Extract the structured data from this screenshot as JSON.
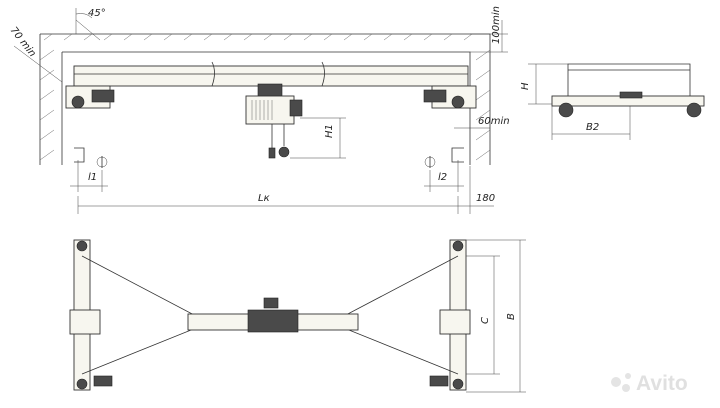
{
  "dimensions": {
    "angle": "45°",
    "wall_clearance_top": "100min",
    "wall_clearance_left": "70 min",
    "side_clearance": "60min",
    "span": "Lк",
    "end_offset": "180",
    "approach_left": "l1",
    "approach_right": "l2",
    "hook_height": "H1",
    "crane_height": "H",
    "wheel_base": "B2",
    "rail_c": "C",
    "rail_b": "B"
  },
  "watermark": {
    "brand": "Avito"
  }
}
